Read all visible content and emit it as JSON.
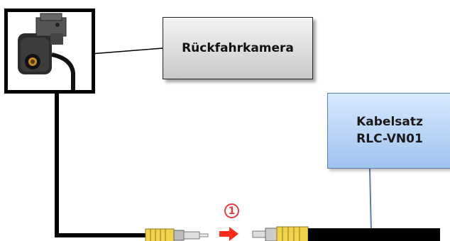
{
  "labels": {
    "camera": "Rückfahrkamera",
    "cable_kit_line1": "Kabelsatz",
    "cable_kit_line2": "RLC-VN01"
  },
  "step_marker": "1",
  "colors": {
    "cable": "#000000",
    "rca_plug": "#f2d24a",
    "arrow": "#ff2a1a",
    "marker": "#e53c3c",
    "cable_box": "#b8d3f5"
  },
  "icons": [
    "camera-icon",
    "rca-plug-icon",
    "rca-socket-icon",
    "arrow-right-icon"
  ]
}
